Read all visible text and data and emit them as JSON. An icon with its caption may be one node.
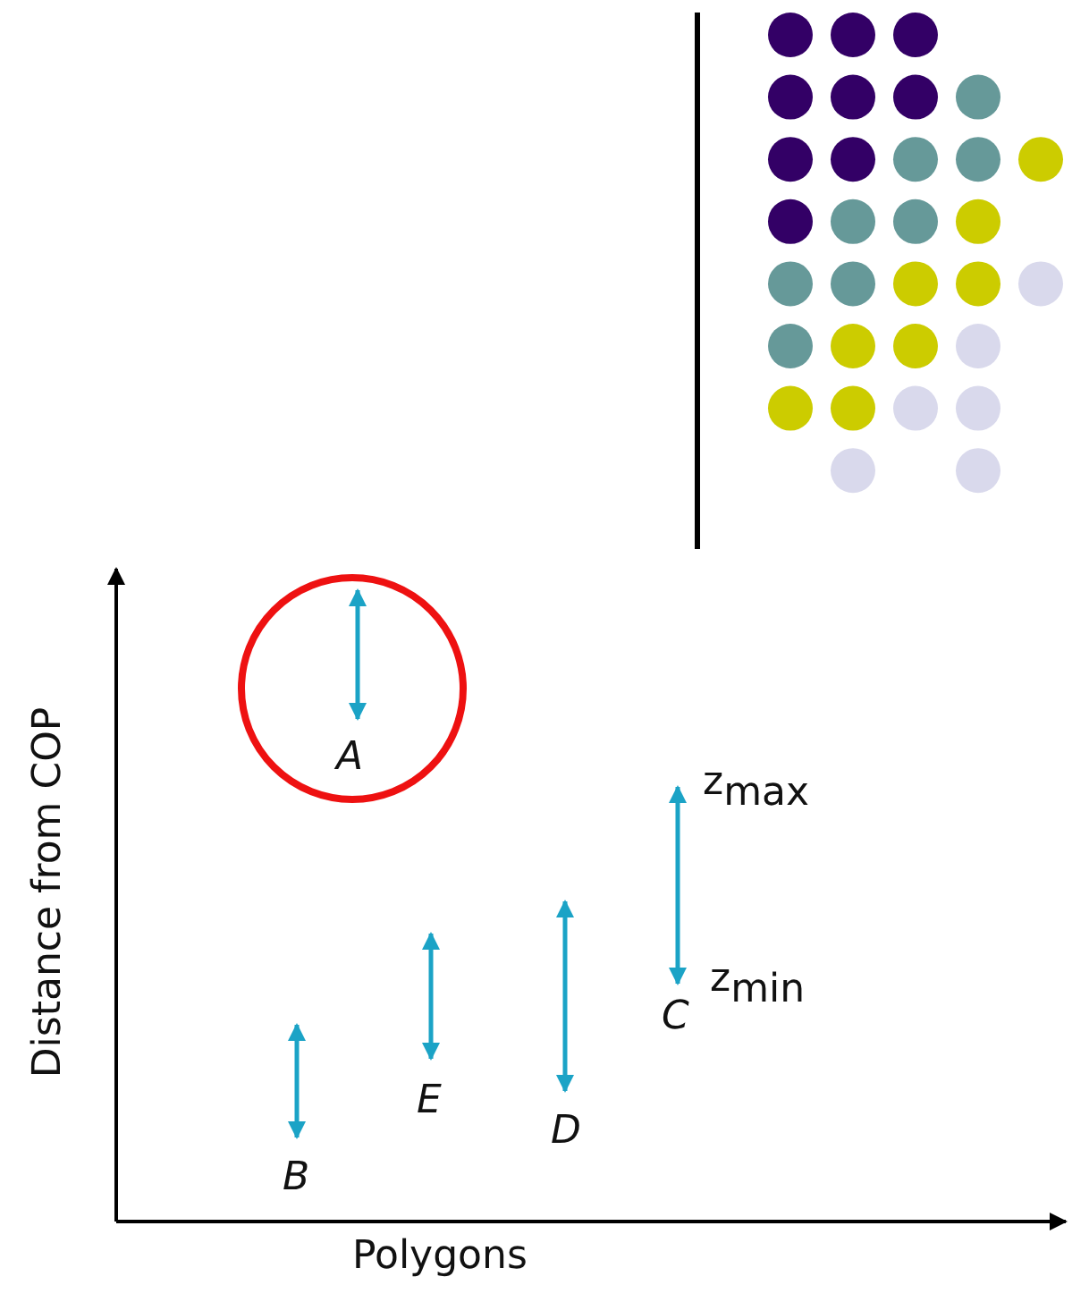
{
  "diagram": {
    "labels": [
      "A",
      "z$_{max}$",
      "z$_{min}$",
      "C",
      "E",
      "D",
      "B",
      "Distance from COP",
      "Polygons"
    ]
  }
}
